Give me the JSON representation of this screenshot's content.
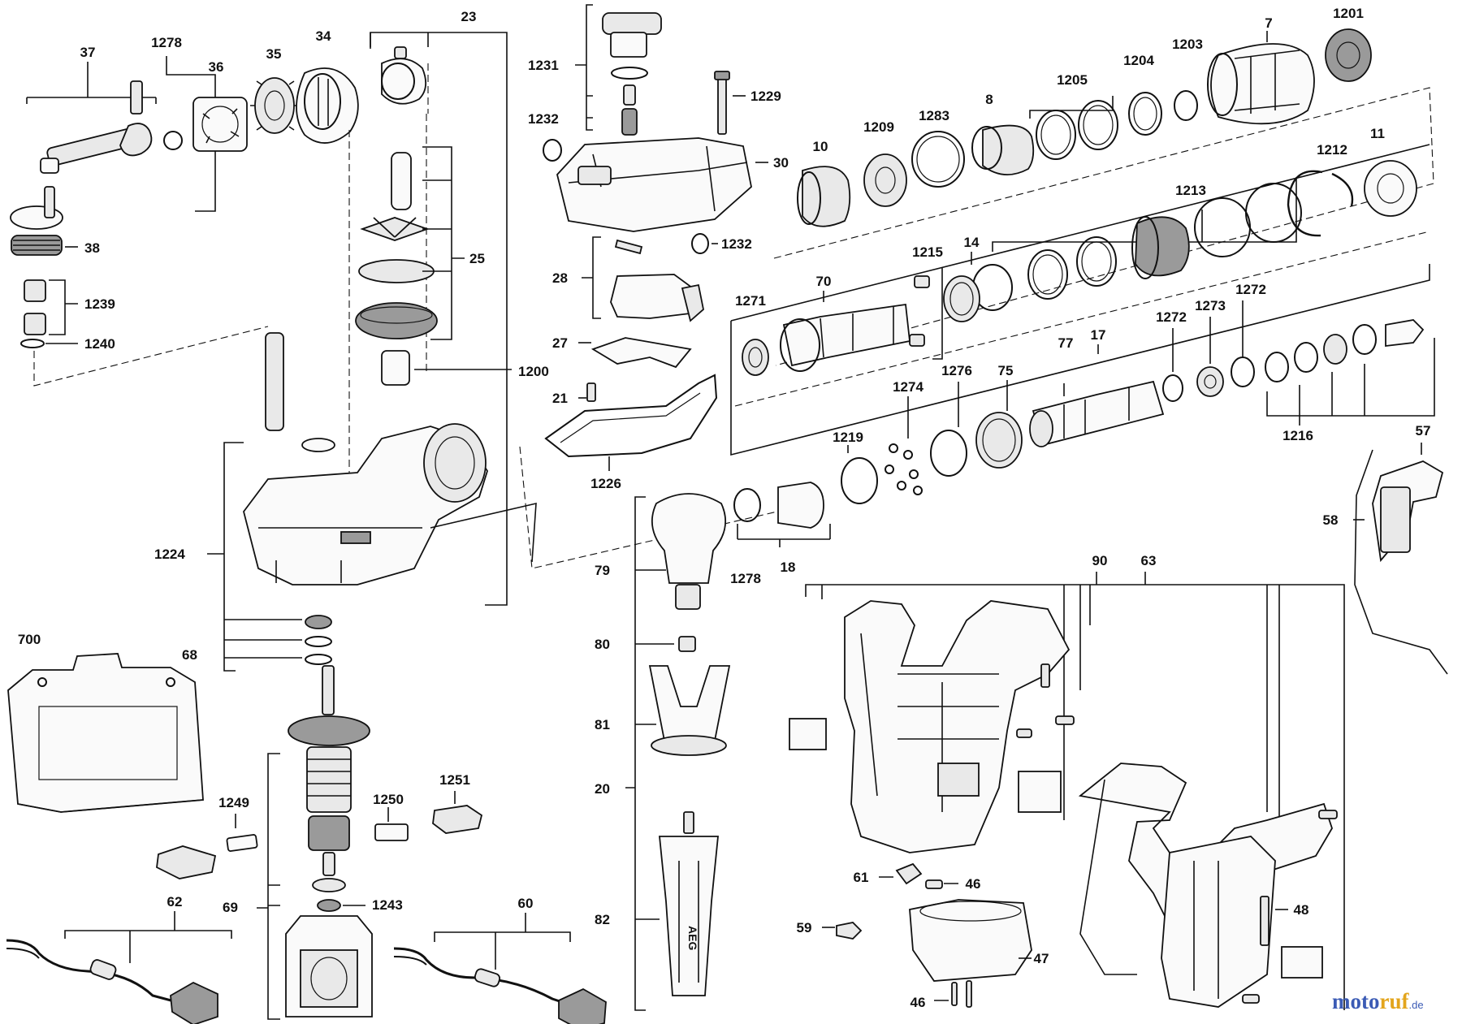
{
  "labels": {
    "l37": "37",
    "l1278a": "1278",
    "l36": "36",
    "l35": "35",
    "l34": "34",
    "l23": "23",
    "l38": "38",
    "l1239": "1239",
    "l1240": "1240",
    "l25": "25",
    "l1200": "1200",
    "l1224": "1224",
    "l68": "68",
    "l700": "700",
    "l1249": "1249",
    "l1250": "1250",
    "l1251": "1251",
    "l1243": "1243",
    "l69": "69",
    "l62": "62",
    "l60": "60",
    "l1231": "1231",
    "l1232a": "1232",
    "l1229": "1229",
    "l30": "30",
    "l1232b": "1232",
    "l28": "28",
    "l27": "27",
    "l21": "21",
    "l1226": "1226",
    "l79": "79",
    "l80": "80",
    "l81": "81",
    "l20": "20",
    "l82": "82",
    "l1278b": "1278",
    "l18": "18",
    "l1201": "1201",
    "l7": "7",
    "l1203": "1203",
    "l1204": "1204",
    "l1205": "1205",
    "l8": "8",
    "l1283": "1283",
    "l1209": "1209",
    "l10": "10",
    "l11": "11",
    "l1212": "1212",
    "l1213": "1213",
    "l14": "14",
    "l1215": "1215",
    "l70": "70",
    "l1271": "1271",
    "l1272a": "1272",
    "l1272b": "1272",
    "l1273": "1273",
    "l17": "17",
    "l77": "77",
    "l75": "75",
    "l1276": "1276",
    "l1274": "1274",
    "l1219": "1219",
    "l1216": "1216",
    "l57": "57",
    "l58": "58",
    "l90": "90",
    "l63": "63",
    "l61": "61",
    "l46a": "46",
    "l59": "59",
    "l47": "47",
    "l46b": "46",
    "l48": "48"
  },
  "watermark": {
    "part1": "moto",
    "part2": "ruf",
    "part3": ".de",
    "color_primary": "#3b5bb5",
    "color_accent": "#e3a51c"
  },
  "brand_on_handle": "AEG"
}
